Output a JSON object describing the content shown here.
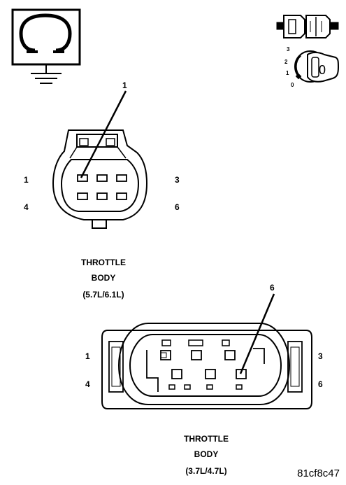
{
  "ignition_key": {
    "scale_labels": [
      "3",
      "2",
      "1",
      "0"
    ],
    "position": "0"
  },
  "connector_top": {
    "callout": "1",
    "pins_left": [
      "1",
      "4"
    ],
    "pins_right": [
      "3",
      "6"
    ],
    "caption_lines": [
      "THROTTLE",
      "BODY",
      "(5.7L/6.1L)"
    ]
  },
  "connector_bottom": {
    "callout": "6",
    "pins_left": [
      "1",
      "4"
    ],
    "pins_right": [
      "3",
      "6"
    ],
    "caption_lines": [
      "THROTTLE",
      "BODY",
      "(3.7L/4.7L)"
    ]
  },
  "figure_id": "81cf8c47"
}
